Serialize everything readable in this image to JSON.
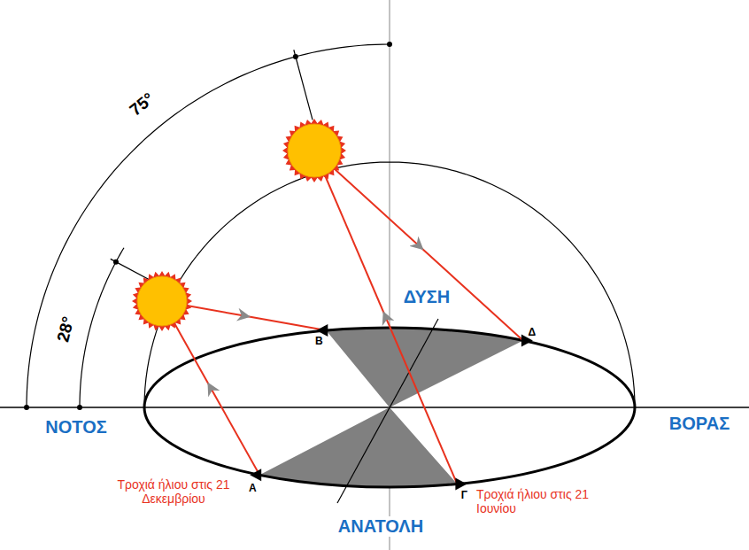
{
  "diagram": {
    "labels": [
      "75°",
      "28°",
      "ΔΥΣΗ",
      "ΝΟΤΟΣ",
      "ΒΟΡΑΣ",
      "Β",
      "Δ",
      "Α",
      "Γ",
      "Τροχιά ήλιου στις 21 Δεκεμβρίου",
      "Τροχιά ήλιου στις 21 Ιουνίου",
      "ΑΝΑΤΟΛΗ"
    ]
  }
}
